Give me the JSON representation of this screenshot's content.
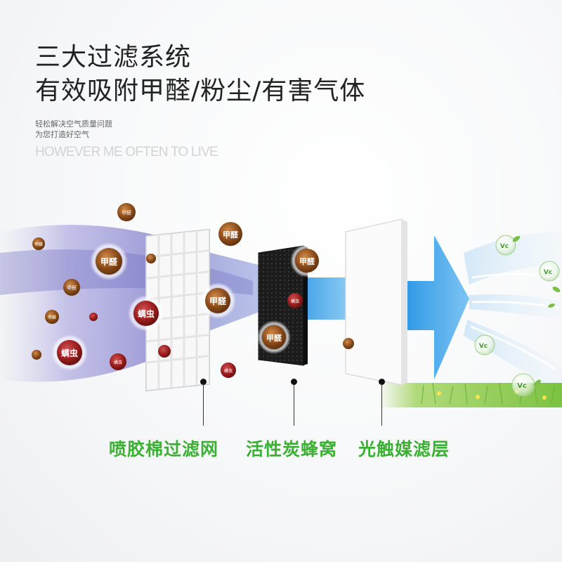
{
  "headline": {
    "line1": "三大过滤系统",
    "line2": "有效吸附甲醛/粉尘/有害气体"
  },
  "subtext": {
    "line1": "轻松解决空气质量问题",
    "line2": "为您打造好空气",
    "english": "HOWEVER ME OFTEN TO LIVE"
  },
  "particles": {
    "formaldehyde": "甲醛",
    "mite": "螨虫",
    "fresh": "Vc"
  },
  "layers": [
    {
      "label": "喷胶棉过滤网"
    },
    {
      "label": "活性炭蜂窝"
    },
    {
      "label": "光触媒滤层"
    }
  ],
  "colors": {
    "label_green": "#3cb034",
    "air_blue": "#3aa3e8",
    "dirty_air_purple": "#8c8ad0",
    "particle_brown": "#8a4a18",
    "particle_red": "#9a1c1c",
    "grass_green": "#7cc242"
  }
}
